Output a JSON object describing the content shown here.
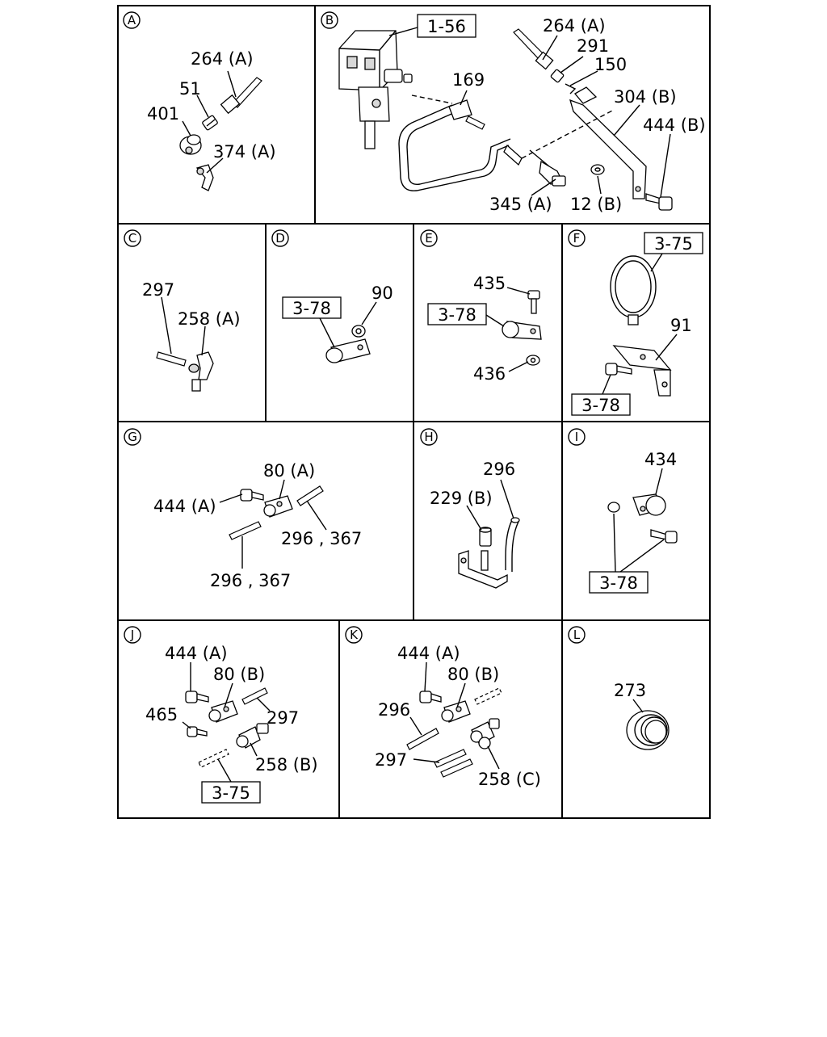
{
  "panels": {
    "A": {
      "letter": "A",
      "labels": [
        "264 (A)",
        "51",
        "401",
        "374 (A)"
      ]
    },
    "B": {
      "letter": "B",
      "ref": "1-56",
      "labels": [
        "264 (A)",
        "291",
        "150",
        "169",
        "304 (B)",
        "444 (B)",
        "345 (A)",
        "12 (B)"
      ]
    },
    "C": {
      "letter": "C",
      "labels": [
        "297",
        "258 (A)"
      ]
    },
    "D": {
      "letter": "D",
      "ref": "3-78",
      "labels": [
        "90"
      ]
    },
    "E": {
      "letter": "E",
      "ref": "3-78",
      "labels": [
        "435",
        "436"
      ]
    },
    "F": {
      "letter": "F",
      "refs": [
        "3-75",
        "3-78"
      ],
      "labels": [
        "91"
      ]
    },
    "G": {
      "letter": "G",
      "labels": [
        "80 (A)",
        "444 (A)",
        "296 , 367",
        "296 , 367"
      ]
    },
    "H": {
      "letter": "H",
      "labels": [
        "296",
        "229 (B)"
      ]
    },
    "I": {
      "letter": "I",
      "ref": "3-78",
      "labels": [
        "434"
      ]
    },
    "J": {
      "letter": "J",
      "ref": "3-75",
      "labels": [
        "444 (A)",
        "80 (B)",
        "465",
        "297",
        "258 (B)"
      ]
    },
    "K": {
      "letter": "K",
      "labels": [
        "444 (A)",
        "80 (B)",
        "296",
        "297",
        "258 (C)"
      ]
    },
    "L": {
      "letter": "L",
      "labels": [
        "273"
      ]
    }
  }
}
